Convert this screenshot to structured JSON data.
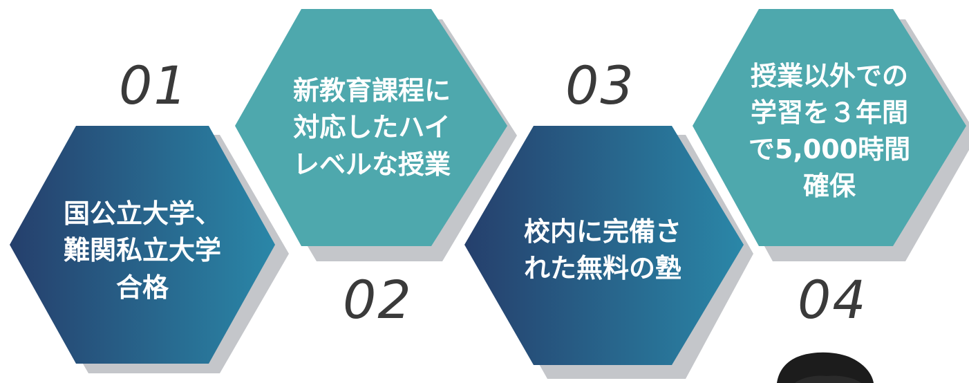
{
  "features": [
    {
      "number": "01",
      "lines": [
        "国公立大学、",
        "難関私立大学",
        "合格"
      ],
      "style": "blue",
      "icon": "hexagon-shape"
    },
    {
      "number": "02",
      "lines": [
        "新教育課程に",
        "対応したハイ",
        "レベルな授業"
      ],
      "style": "teal",
      "icon": "hexagon-shape"
    },
    {
      "number": "03",
      "lines": [
        "校内に完備さ",
        "れた無料の塾"
      ],
      "style": "blue",
      "icon": "hexagon-shape"
    },
    {
      "number": "04",
      "lines": [
        "授業以外での",
        "学習を３年間",
        "で5,000時間",
        "確保"
      ],
      "style": "teal",
      "icon": "hexagon-shape"
    }
  ],
  "colors": {
    "blue_start": "#253f6c",
    "blue_end": "#2a87a8",
    "teal": "#4ea8ad",
    "shadow": "#c4c6ca",
    "number_text": "#3a3a3a",
    "hex_text": "#ffffff"
  }
}
